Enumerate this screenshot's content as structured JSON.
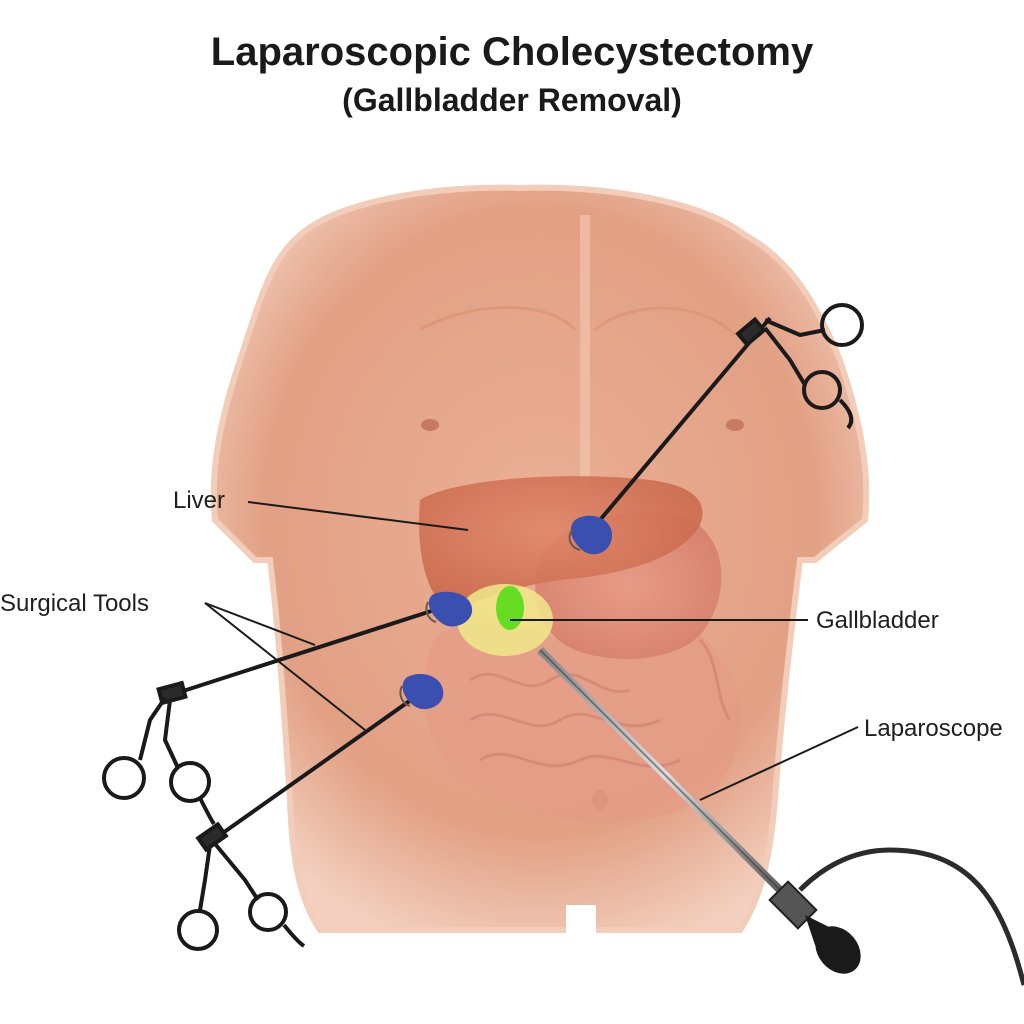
{
  "title": "Laparoscopic Cholecystectomy",
  "subtitle": "(Gallbladder Removal)",
  "labels": {
    "liver": "Liver",
    "surgical_tools": "Surgical Tools",
    "gallbladder": "Gallbladder",
    "laparoscope": "Laparoscope"
  },
  "colors": {
    "skin": "#e9a88a",
    "skin_shadow": "#d98f72",
    "liver": "#d97a5a",
    "gallbladder": "#66dd22",
    "port": "#3a4fb0",
    "instrument": "#1a1a1a",
    "background": "#ffffff"
  },
  "icons": [
    "surgical-scissors-icon",
    "laparoscope-eyepiece-icon",
    "trocar-port-icon"
  ]
}
